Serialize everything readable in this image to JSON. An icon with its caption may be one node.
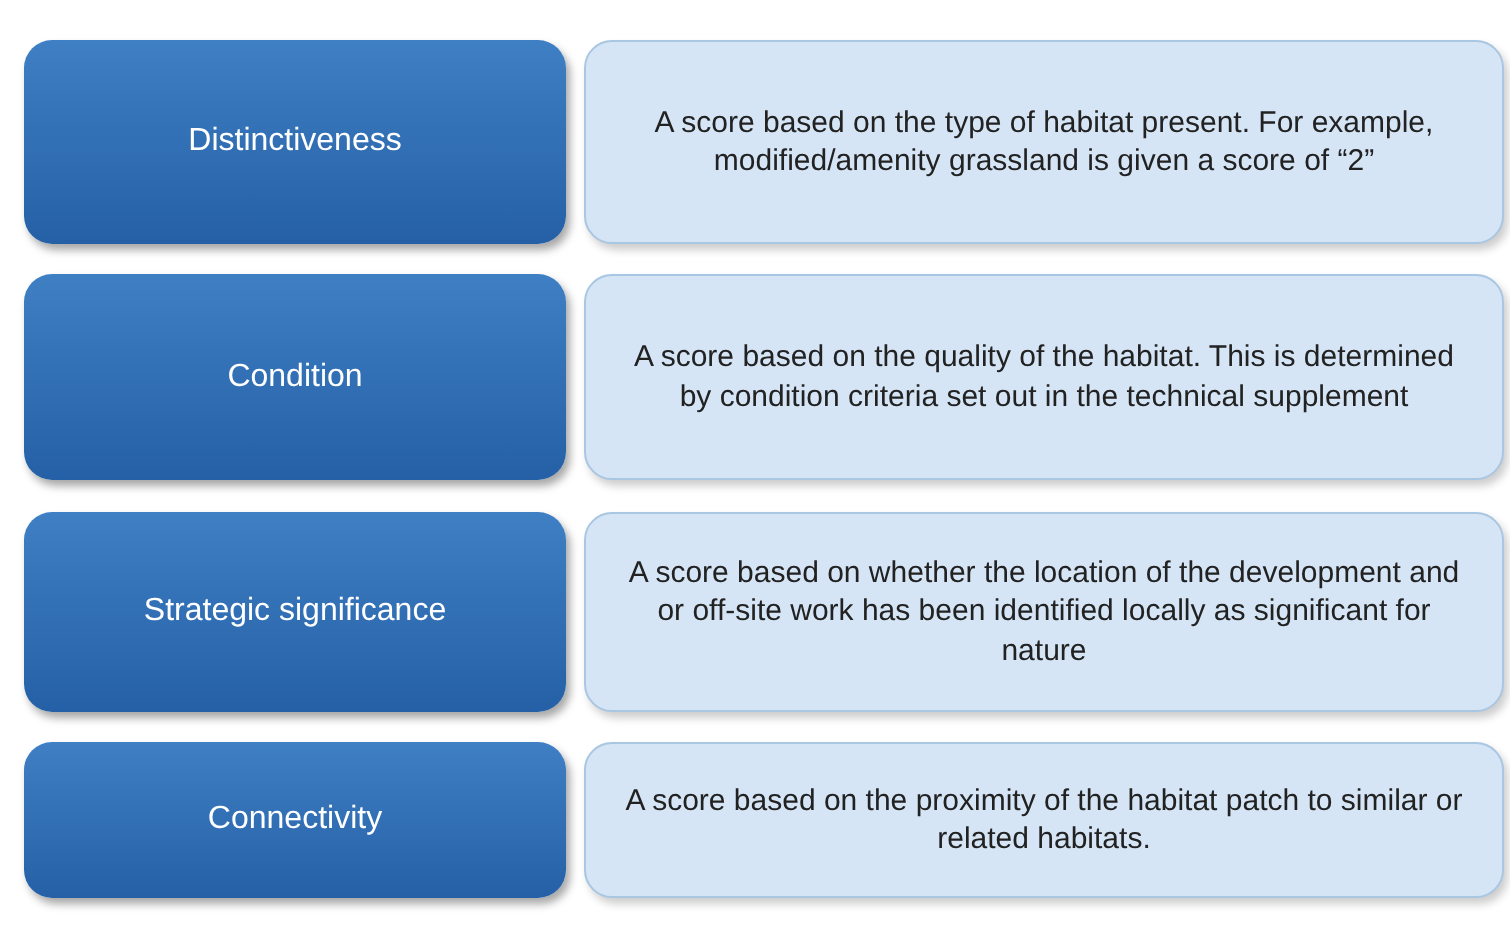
{
  "diagram": {
    "nodes": [
      {
        "text": [
          "Distinctiveness"
        ]
      },
      {
        "text": [
          "A score based on the type of habitat present. For example, modified/amenity grassland is given a score of “2”"
        ]
      },
      {
        "text": [
          "Condition"
        ]
      },
      {
        "text": [
          "A score based on the quality of the habitat. This is determined by condition criteria set out in the technical supplement"
        ]
      },
      {
        "text": [
          "Strategic significance"
        ]
      },
      {
        "text": [
          "A score based on whether the location of the development and or off-site work has been identified locally as significant for nature"
        ]
      },
      {
        "text": [
          "Connectivity"
        ]
      },
      {
        "text": [
          "A score based on the proximity of the habitat patch to similar or related habitats."
        ]
      }
    ],
    "edges": []
  }
}
